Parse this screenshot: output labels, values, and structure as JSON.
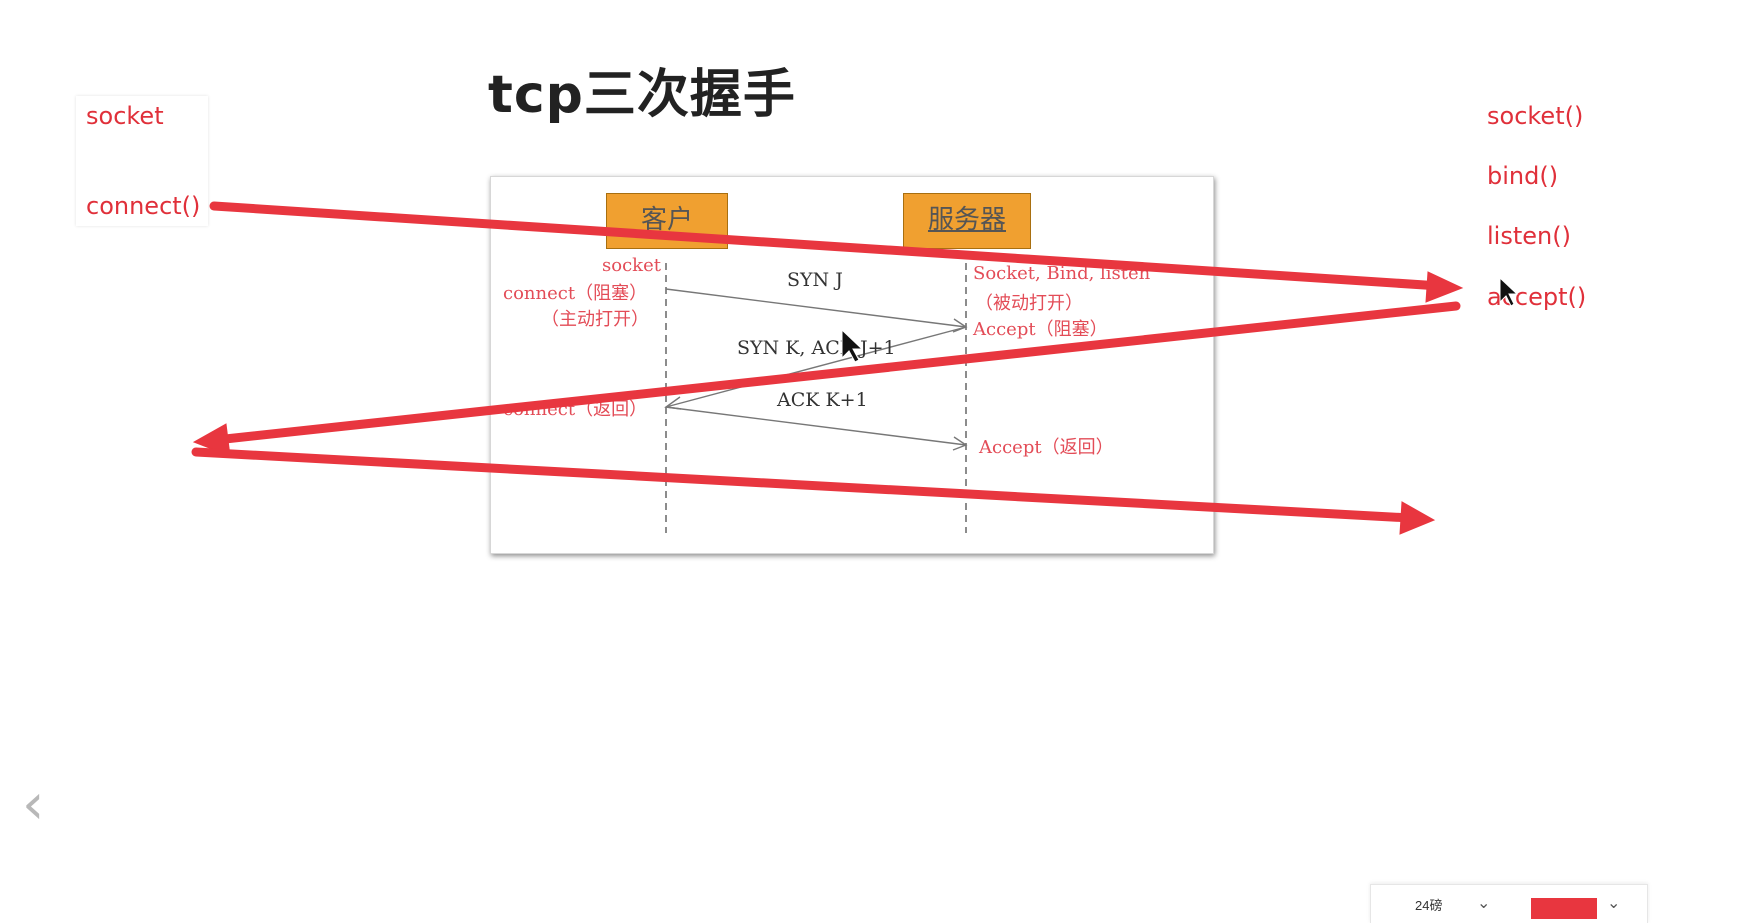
{
  "slide": {
    "title": "tcp三次握手"
  },
  "left_notes": {
    "socket": "socket",
    "connect": "connect()"
  },
  "right_notes": {
    "socket": "socket()",
    "bind": "bind()",
    "listen": "listen()",
    "accept": "accept()"
  },
  "diagram": {
    "client_label": "客户",
    "server_label": "服务器",
    "client_notes": {
      "socket": "socket",
      "connect_block": "connect（阻塞）",
      "active_open": "（主动打开）",
      "connect_return": "connect（返回）"
    },
    "server_notes": {
      "socket_bind_listen": "Socket, Bind, listen",
      "passive_open": "（被动打开）",
      "accept_block": "Accept（阻塞）",
      "accept_return": "Accept（返回）"
    },
    "messages": {
      "syn": "SYN J",
      "syn_ack": "SYN K, ACK J+1",
      "ack": "ACK K+1"
    }
  },
  "toolbar": {
    "font_size": "24磅",
    "pen_color": "#e8363f"
  },
  "colors": {
    "annotation_red": "#e8363f",
    "box_orange": "#f0a030"
  },
  "icons": {
    "back": "chevron-left-icon",
    "dropdown": "chevron-down-icon",
    "cursor": "mouse-pointer-icon"
  }
}
